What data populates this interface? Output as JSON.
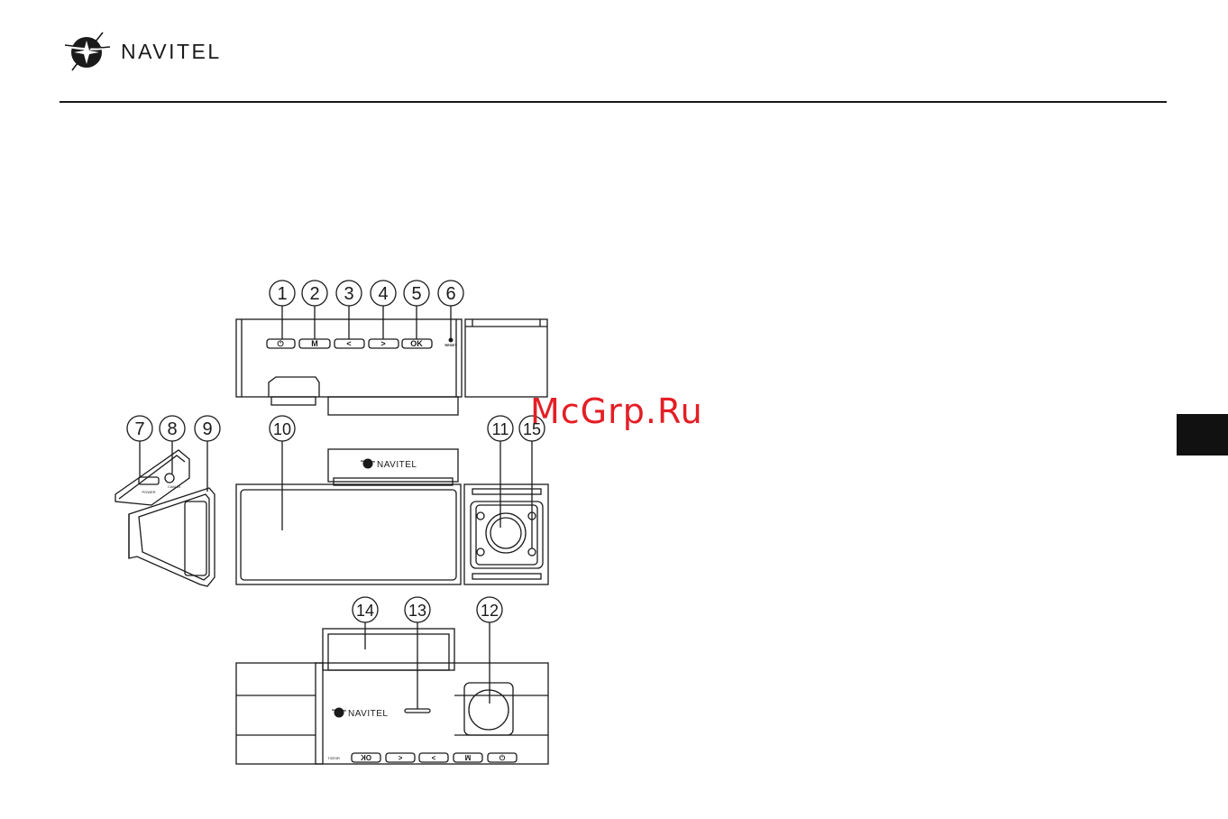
{
  "header": {
    "brand_name": "NAVITEL"
  },
  "watermark": {
    "text": "McGrp.Ru",
    "color": "#e41e25"
  },
  "diagram": {
    "callouts": [
      "1",
      "2",
      "3",
      "4",
      "5",
      "6",
      "7",
      "8",
      "9",
      "10",
      "11",
      "15",
      "14",
      "13",
      "12"
    ],
    "top_view_buttons": [
      "⏻",
      "M",
      "<",
      ">",
      "OK"
    ],
    "reset_label": "RESET",
    "port_labels": [
      "POWER",
      "CAM IN"
    ],
    "device_logo_text": "NAVITEL",
    "bottom_view_buttons": [
      "OK",
      "<",
      ">",
      "M",
      "⏻"
    ],
    "bottom_reset_label": "RESET"
  },
  "colors": {
    "line": "#1a1a1a",
    "side_tab": "#111111"
  }
}
